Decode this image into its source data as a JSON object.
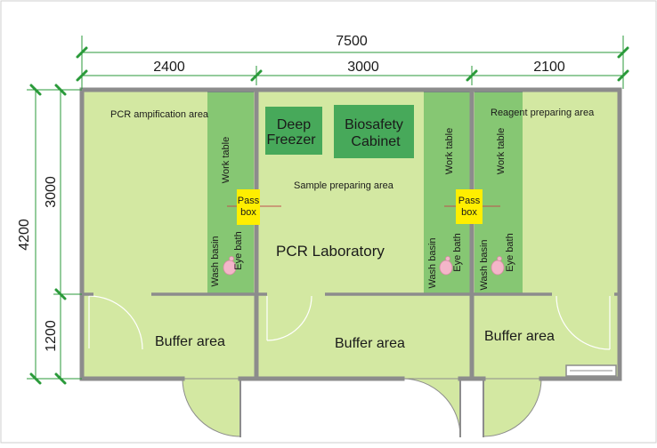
{
  "dimensions": {
    "total_width": "7500",
    "segments": [
      "2400",
      "3000",
      "2100"
    ],
    "total_height": "4200",
    "upper_height": "3000",
    "lower_height": "1200"
  },
  "rooms": {
    "pcr_amplification": "PCR ampification area",
    "sample_preparing": "Sample preparing area",
    "reagent_preparing": "Reagent preparing area",
    "lab_title": "PCR Laboratory",
    "buffer_areas": [
      "Buffer area",
      "Buffer area",
      "Buffer area"
    ]
  },
  "equipment": {
    "deep_freezer": [
      "Deep",
      "Freezer"
    ],
    "biosafety_cabinet": [
      "Biosafety",
      "Cabinet"
    ],
    "work_table": "Work table",
    "pass_box": [
      "Pass",
      "box"
    ],
    "wash_basin": "Wash basin",
    "eye_bath": "Eye bath"
  },
  "colors": {
    "floor": "#d3e8a2",
    "work_strip": "#86c773",
    "equipment": "#47a95a",
    "pass_box": "#ffee00",
    "wall": "#8c8c8c",
    "dimension_tick": "#2a9a3a"
  }
}
